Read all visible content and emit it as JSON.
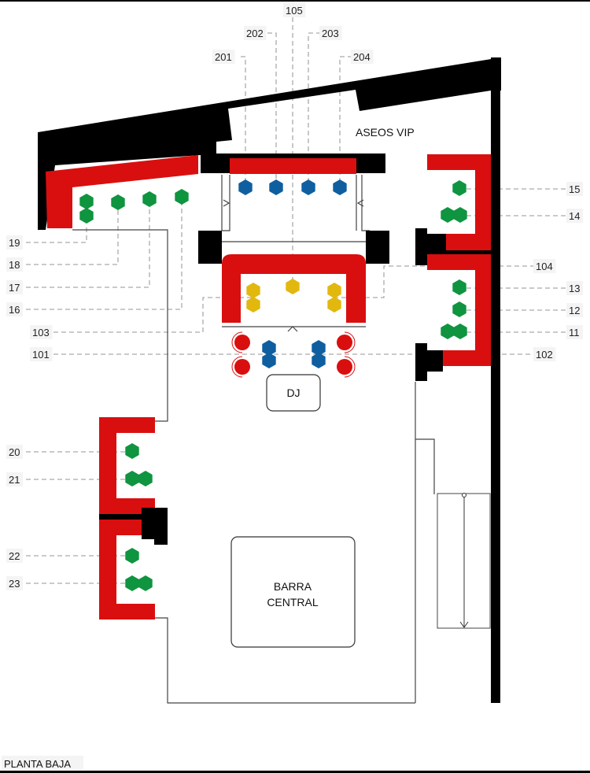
{
  "plan_title": "PLANTA BAJA",
  "rooms": {
    "aseos_vip": "ASEOS VIP",
    "dj": "DJ",
    "barra_line1": "BARRA",
    "barra_line2": "CENTRAL"
  },
  "colors": {
    "wall": "#000000",
    "sofa": "#d90f0f",
    "standard_table": "#0f9440",
    "vip_table": "#0f5fa0",
    "premium_table": "#e2b80f",
    "dj_seat": "#d90f0f"
  },
  "table_labels": {
    "t11": "11",
    "t12": "12",
    "t13": "13",
    "t14": "14",
    "t15": "15",
    "t16": "16",
    "t17": "17",
    "t18": "18",
    "t19": "19",
    "t20": "20",
    "t21": "21",
    "t22": "22",
    "t23": "23",
    "t101": "101",
    "t102": "102",
    "t103": "103",
    "t104": "104",
    "t105": "105",
    "t201": "201",
    "t202": "202",
    "t203": "203",
    "t204": "204"
  }
}
